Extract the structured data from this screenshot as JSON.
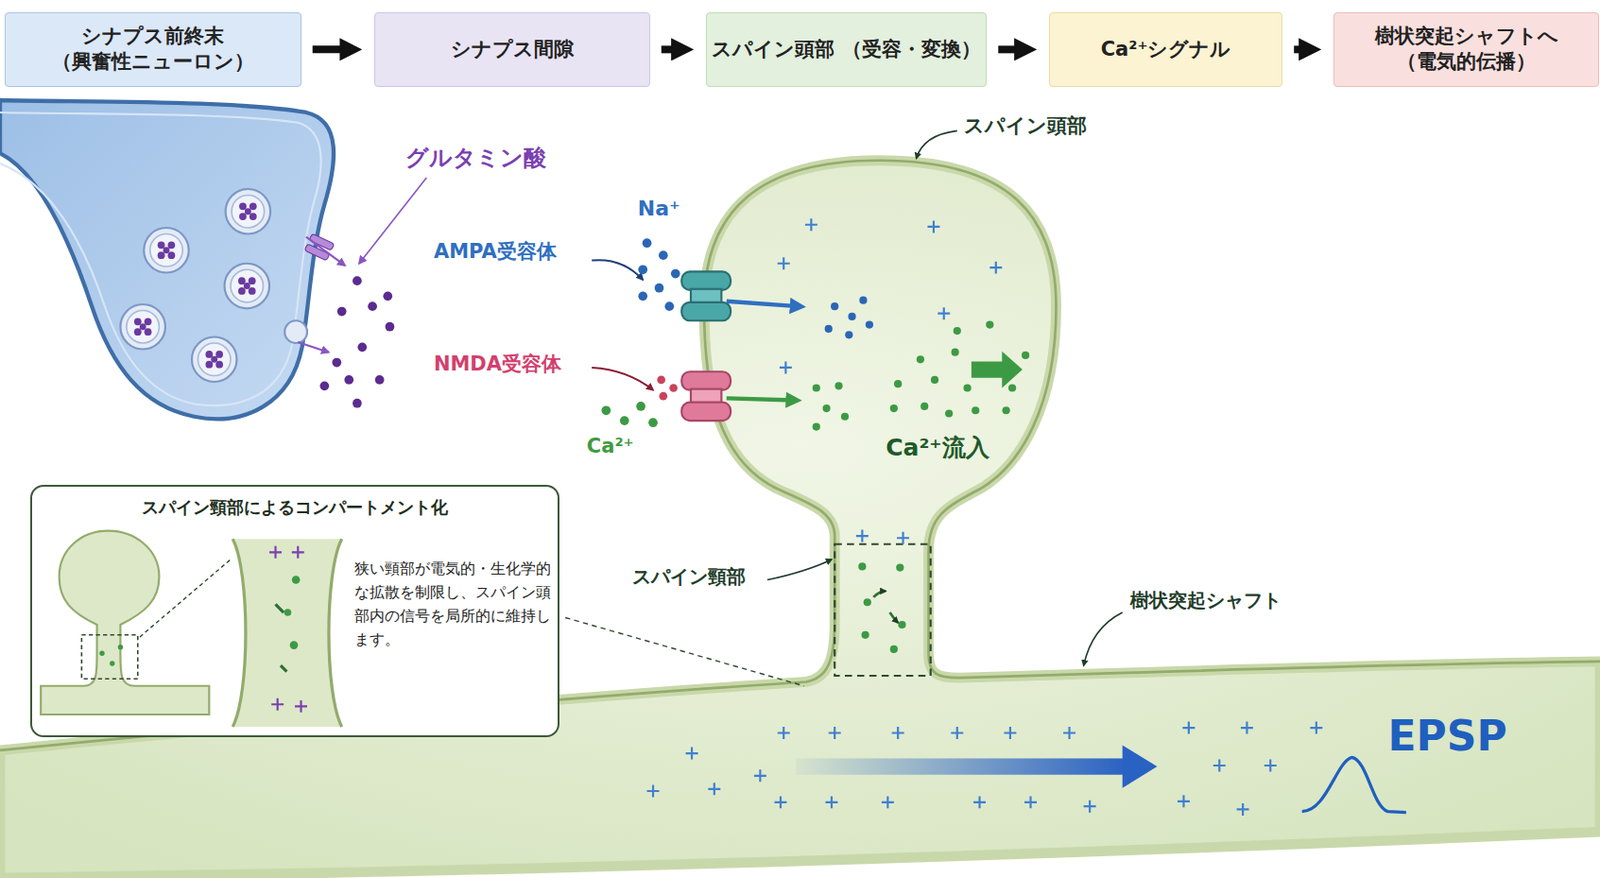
{
  "diagram": {
    "nodes": [
      {
        "text": [
          "シナプス前終末 （興奮性ニューロン）"
        ]
      },
      {
        "text": [
          "シナプス間隙"
        ]
      },
      {
        "text": [
          "スパイン頭部 （受容・変換）"
        ]
      },
      {
        "text": [
          "Ca²⁺シグナル"
        ]
      },
      {
        "text": [
          "樹状突起シャフトへ （電気的伝播）"
        ]
      },
      {
        "text": [
          "スパイン頸部によるコンパートメント化",
          "狭い頸部が電気的・生化学的な拡散を制限し、スパイン頭部内の信号を局所的に維持します。"
        ]
      }
    ],
    "edges": [
      {
        "from": 0,
        "to": 1,
        "arrow": "to"
      },
      {
        "from": 1,
        "to": 2,
        "arrow": "to"
      },
      {
        "from": 2,
        "to": 3,
        "arrow": "to"
      },
      {
        "from": 3,
        "to": 4,
        "arrow": "to"
      }
    ],
    "labels": [
      "グルタミン酸",
      "Na⁺",
      "AMPA受容体",
      "NMDA受容体",
      "Ca²⁺",
      "スパイン頭部",
      "Ca²⁺流入",
      "スパイン頸部",
      "樹状突起シャフト",
      "EPSP"
    ]
  }
}
